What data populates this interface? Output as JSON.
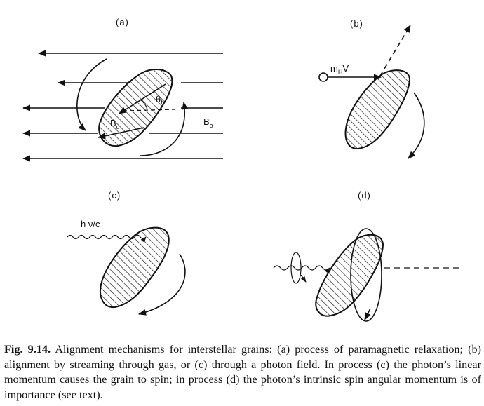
{
  "figure": {
    "panel_a": {
      "label": "(a)",
      "field_grain": "B",
      "field_grain_sub": "g",
      "field_ext": "B",
      "field_ext_sub": "o",
      "angle": "θ",
      "angle_sub": "f"
    },
    "panel_b": {
      "label": "(b)",
      "momentum": "m",
      "momentum_sub": "H",
      "momentum_tail": "V"
    },
    "panel_c": {
      "label": "(c)",
      "photon": "h ν/c"
    },
    "panel_d": {
      "label": "(d)"
    }
  },
  "caption": {
    "lead": "Fig. 9.14.",
    "text": "Alignment mechanisms for interstellar grains: (a) process of paramagnetic relaxation; (b) alignment by streaming through gas, or (c) through a photon field. In process (c) the photon’s linear momentum causes the grain to spin; in process (d) the photon’s intrinsic spin angular momentum is of importance (see text)."
  }
}
